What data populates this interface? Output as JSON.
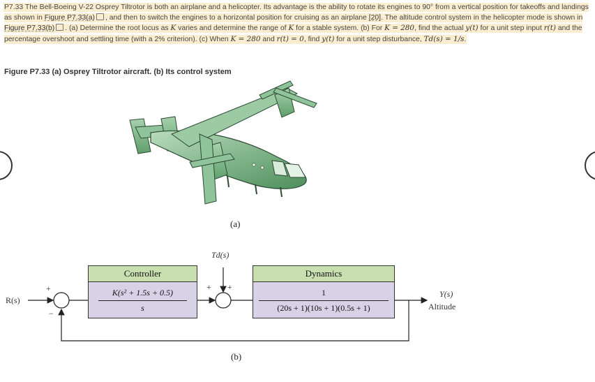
{
  "problem": {
    "number": "P7.33",
    "s1": " The Bell-Boeing V-22 Osprey Tiltrotor is both an airplane and a helicopter. Its advantage is the ability to rotate its engines to 90° from a vertical position for takeoffs and landings as shown in ",
    "fig_a_ref": "Figure P7.33(a)",
    "s2": ", and then to switch the engines to a horizontal position for cruising as an airplane ",
    "cite": "[20]",
    "s3": ". The altitude control system in the helicopter mode is shown in ",
    "fig_b_ref": "Figure P7.33(b)",
    "s4": ". (a) Determine the root locus as ",
    "m_K": "K",
    "s5": " varies and determine the range of ",
    "m_K2": "K",
    "s6": " for a stable system. (b) For ",
    "m_K280": "K = 280",
    "s7": ", find the actual ",
    "m_yt": "y(t)",
    "s8": " for a unit step input ",
    "m_rt": "r(t)",
    "s9": " and the percentage overshoot and settling time (with a 2% criterion). (c) When ",
    "m_K280b": "K = 280",
    "s10": " and ",
    "m_rt0": "r(t) = 0",
    "s11": ", find ",
    "m_yt2": "y(t)",
    "s12": " for a unit step disturbance, ",
    "m_Td": "Td(s) = 1/s",
    "s13": "."
  },
  "caption": "Figure P7.33 (a) Osprey Tiltrotor aircraft. (b) Its control system",
  "figure": {
    "label_a": "(a)",
    "label_b": "(b)"
  },
  "diagram": {
    "input": "R(s)",
    "disturbance": "Td(s)",
    "plus1": "+",
    "minus1": "−",
    "plus2": "+",
    "plus3": "+",
    "controller": {
      "title": "Controller",
      "num": "K(s² + 1.5s + 0.5)",
      "den": "s"
    },
    "dynamics": {
      "title": "Dynamics",
      "num": "1",
      "den": "(20s + 1)(10s + 1)(0.5s + 1)"
    },
    "output": "Y(s)",
    "output_label": "Altitude"
  },
  "colors": {
    "highlight": "#fbeed0",
    "aircraft_green": "#7fb58a",
    "controller_fill": "#c9dfb0",
    "dynamics_fill": "#d7d2e6"
  },
  "icons": [
    "book-icon",
    "prev-page-icon",
    "next-page-icon"
  ]
}
